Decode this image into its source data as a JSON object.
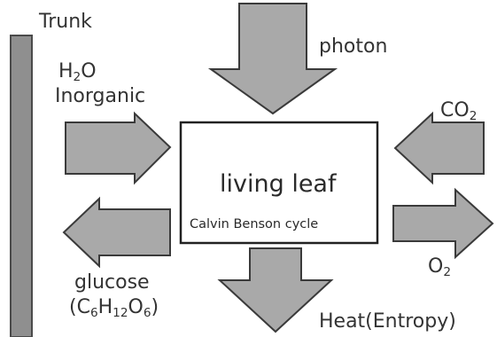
{
  "labels": {
    "trunk": "Trunk",
    "h2o": {
      "base": "H",
      "sub": "2",
      "tail": "O"
    },
    "inorganic": "Inorganic",
    "photon": "photon",
    "co2": {
      "base": "CO",
      "sub": "2"
    },
    "o2": {
      "base": "O",
      "sub": "2"
    },
    "glucose": "glucose",
    "formula": {
      "open": "(C",
      "sub1": "6",
      "h": "H",
      "sub2": "12",
      "o": "O",
      "sub3": "6",
      "close": ")"
    },
    "heat": "Heat(Entropy)"
  },
  "leaf": {
    "title": "living leaf",
    "subtitle": "Calvin Benson cycle"
  },
  "colors": {
    "arrow_fill": "#a9a9a9",
    "arrow_stroke": "#3a3a3a",
    "trunk_fill": "#8f8f8f",
    "trunk_stroke": "#4a4a4a",
    "box_stroke": "#222222",
    "text": "#333333"
  }
}
